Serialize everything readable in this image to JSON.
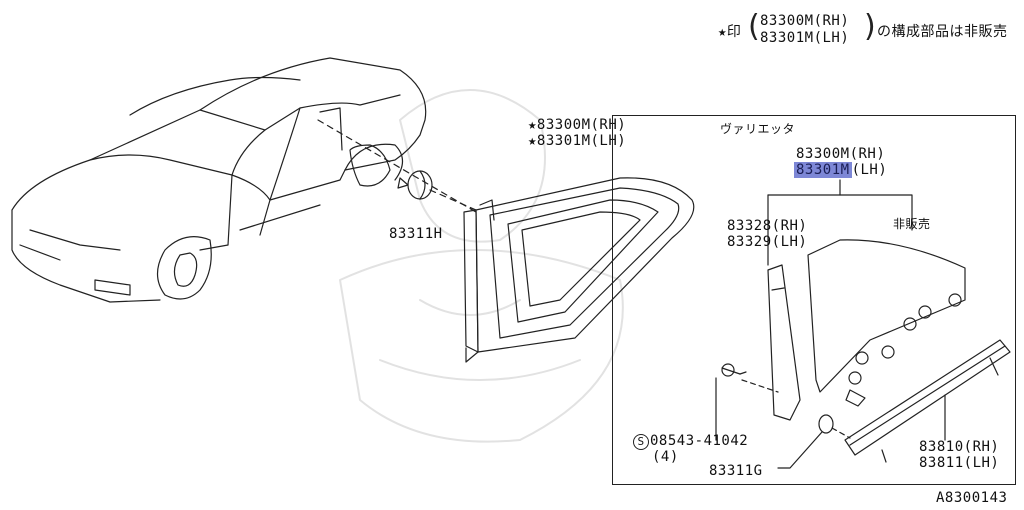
{
  "legend": {
    "star_mark": "★印",
    "part_rh": "83300M(RH)",
    "part_lh": "83301M(LH)",
    "suffix": "の構成部品は非販売"
  },
  "main_part": {
    "rh": "★83300M(RH)",
    "lh": "★83301M(LH)"
  },
  "clip_left": "83311H",
  "variation_box": {
    "title": "ヴァリエッタ",
    "assembly_rh": "83300M(RH)",
    "assembly_lh_highlight": "83301M",
    "assembly_lh_rest": "(LH)",
    "not_sold": "非販売",
    "weatherstrip_rh": "83328(RH)",
    "weatherstrip_lh": "83329(LH)",
    "screw_number": "08543-41042",
    "screw_qty": "(4)",
    "screw_prefix": "S",
    "clip": "83311G",
    "rail_rh": "83810(RH)",
    "rail_lh": "83811(LH)"
  },
  "diagram_code": "A8300143"
}
